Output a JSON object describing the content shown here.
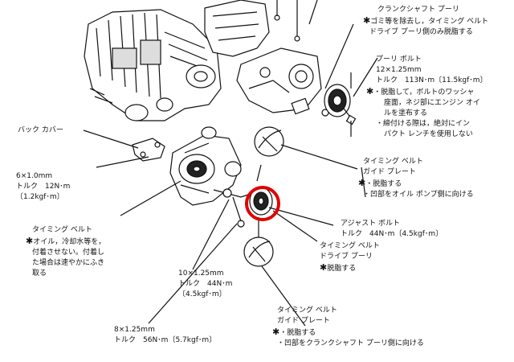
{
  "labels": {
    "crankshaft_pulley": {
      "title": "クランクシャフト プーリ",
      "note_line1": "ゴミ等を除去し，タイミング ベルト",
      "note_line2": "ドライブ プーリ側のみ脱脂する",
      "star": "✱"
    },
    "pulley_bolt": {
      "title": "プーリ ボルト",
      "size": "12×1.25mm",
      "torque": "トルク　113N･m〔11.5kgf･m〕",
      "note_line1": "・脱脂して，ボルトのワッシャ",
      "note_line2": "座面，ネジ部にエンジン オイ",
      "note_line3": "ルを塗布する",
      "note_line4": "・締付ける際は，絶対にイン",
      "note_line5": "パクト レンチを使用しない",
      "star": "✱"
    },
    "back_cover": {
      "title": "バック カバー"
    },
    "bolt_6": {
      "size": "6×1.0mm",
      "torque": "トルク　12N･m",
      "torque_kgf": "〔1.2kgf･m〕"
    },
    "timing_belt": {
      "title": "タイミング ベルト",
      "note_line1": "オイル，冷却水等を，",
      "note_line2": "付着させない。付着し",
      "note_line3": "た場合は速やかにふき",
      "note_line4": "取る",
      "star": "✱"
    },
    "guide_plate_upper": {
      "title_line1": "タイミング ベルト",
      "title_line2": "ガイド プレート",
      "note_line1": "・脱脂する",
      "note_line2": "・凹部をオイル ポンプ側に向ける",
      "star": "✱"
    },
    "adjust_bolt": {
      "title": "アジャスト ボルト",
      "torque": "トルク　44N･m〔4.5kgf･m〕"
    },
    "drive_pulley": {
      "title_line1": "タイミング ベルト",
      "title_line2": "ドライブ プーリ",
      "note_line1": "脱脂する",
      "star": "✱"
    },
    "bolt_10": {
      "size": "10×1.25mm",
      "torque": "トルク　44N･m",
      "torque_kgf": "〔4.5kgf･m〕"
    },
    "guide_plate_lower": {
      "title_line1": "タイミング ベルト",
      "title_line2": "ガイド プレート",
      "note_line1": "・脱脂する",
      "note_line2": "・凹部をクランクシャフト プーリ側に向ける",
      "star": "✱"
    },
    "bolt_8": {
      "size": "8×1.25mm",
      "torque": "トルク　56N･m〔5.7kgf･m〕"
    }
  },
  "highlight_color": "#e00000"
}
